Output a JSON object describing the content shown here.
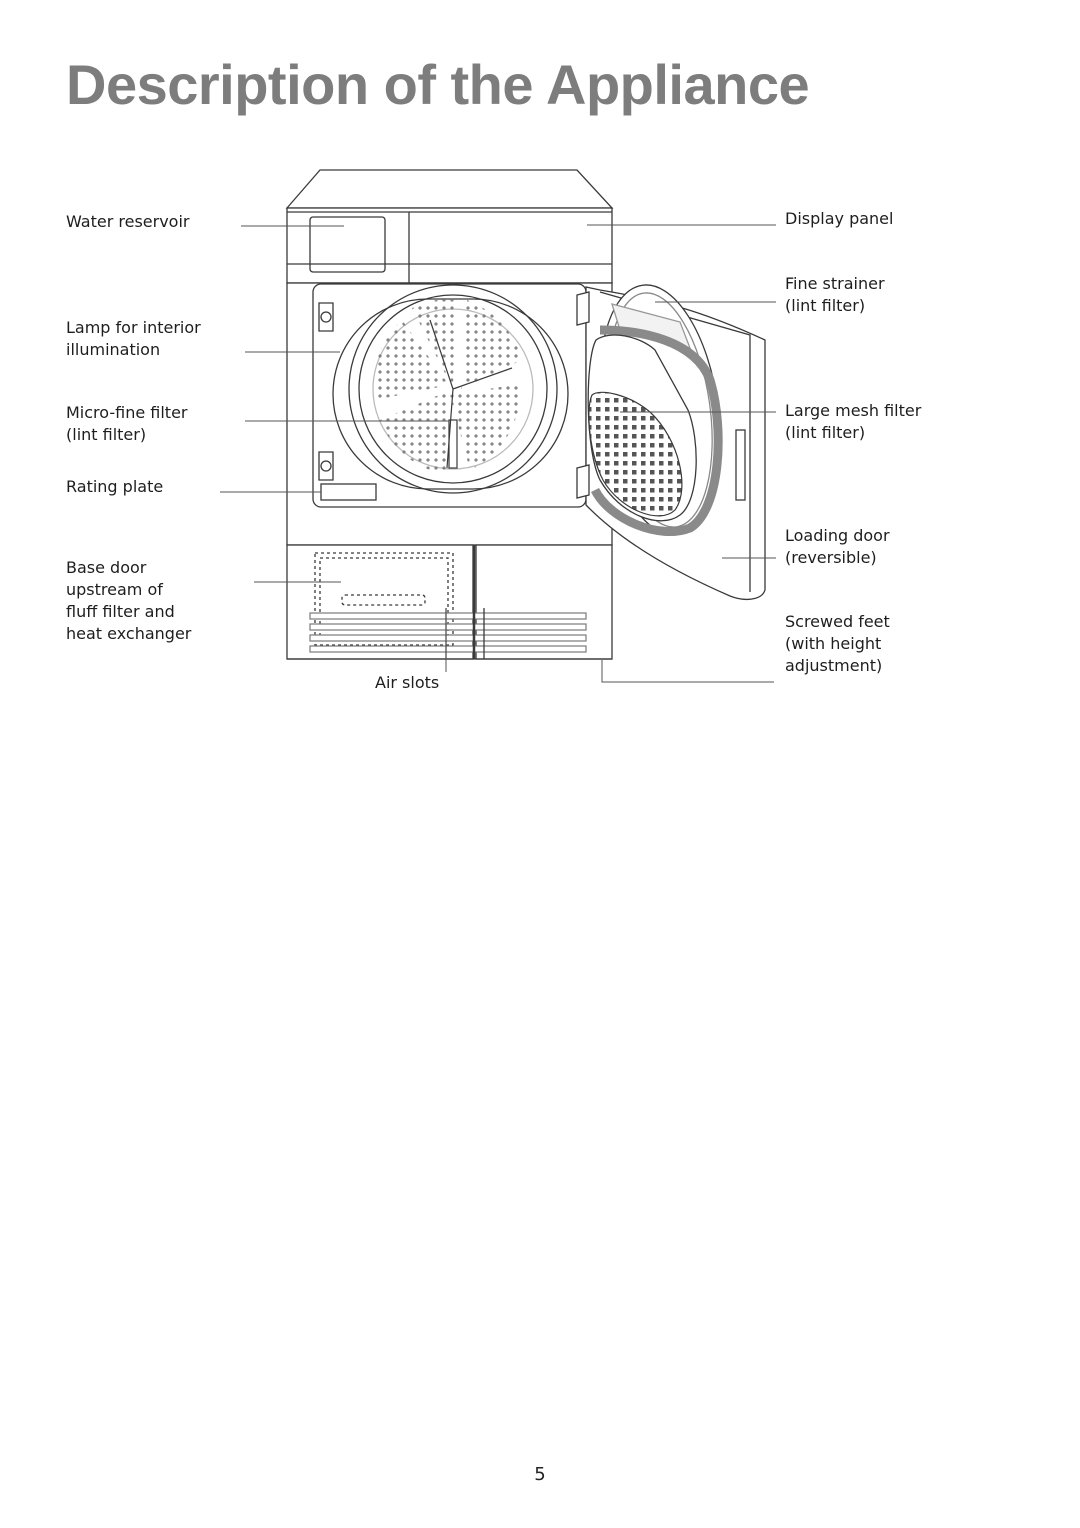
{
  "page": {
    "title": "Description of the Appliance",
    "page_number": "5"
  },
  "labels": {
    "water_reservoir": [
      "Water reservoir"
    ],
    "lamp": [
      "Lamp for interior",
      "illumination"
    ],
    "micro_fine_filter": [
      "Micro-fine filter",
      "(lint filter)"
    ],
    "rating_plate": [
      "Rating plate"
    ],
    "base_door": [
      "Base door",
      "upstream of",
      "fluff filter and",
      "heat exchanger"
    ],
    "air_slots": [
      "Air slots"
    ],
    "display_panel": [
      "Display panel"
    ],
    "fine_strainer": [
      "Fine strainer",
      "(lint filter)"
    ],
    "large_mesh_filter": [
      "Large mesh filter",
      "(lint filter)"
    ],
    "loading_door": [
      "Loading door",
      "(reversible)"
    ],
    "screwed_feet": [
      "Screwed feet",
      "(with height",
      "adjustment)"
    ]
  },
  "colors": {
    "title": "#7d7d7d",
    "line": "#3a3a3a",
    "door_seal": "#8a8a8a"
  }
}
